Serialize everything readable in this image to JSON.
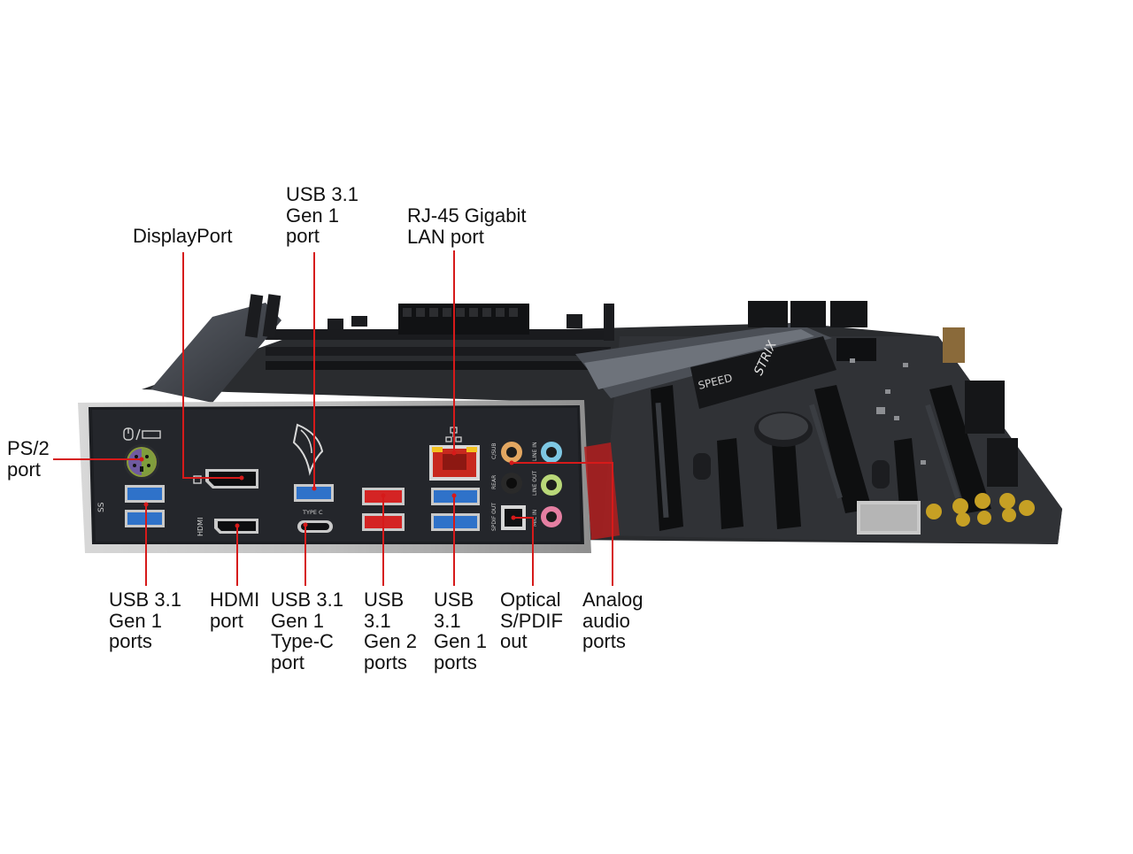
{
  "labels": {
    "ps2": "PS/2\nport",
    "displayport": "DisplayPort",
    "usb31_top": "USB 3.1\nGen 1\nport",
    "rj45": "RJ-45 Gigabit\nLAN port",
    "usb31_gen1_left": "USB 3.1\nGen 1\nports",
    "hdmi": "HDMI\nport",
    "usb_typec": "USB 3.1\nGen 1\nType-C\nport",
    "usb31_gen2": "USB\n3.1\nGen 2\nports",
    "usb31_gen1_right": "USB\n3.1\nGen 1\nports",
    "optical": "Optical\nS/PDIF\nout",
    "analog": "Analog\naudio\nports"
  },
  "panel_printing": {
    "hdmi": "HDMI",
    "type_c": "TYPE C",
    "c_sub": "C/SUB",
    "rear": "REAR",
    "spdif_out": "SPDIF OUT",
    "line_in": "LINE IN",
    "line_out": "LINE OUT",
    "mic_in": "MIC IN",
    "heatsink_text": "STRIX",
    "m2_text": "SPEED"
  },
  "colors": {
    "leader": "#d61a1a",
    "usb_gen1": "#2f72c9",
    "usb_gen2": "#d42424",
    "rj45": "#c8281e",
    "io_plate": "#1c1e22",
    "pcb": "#2a2c2f"
  }
}
